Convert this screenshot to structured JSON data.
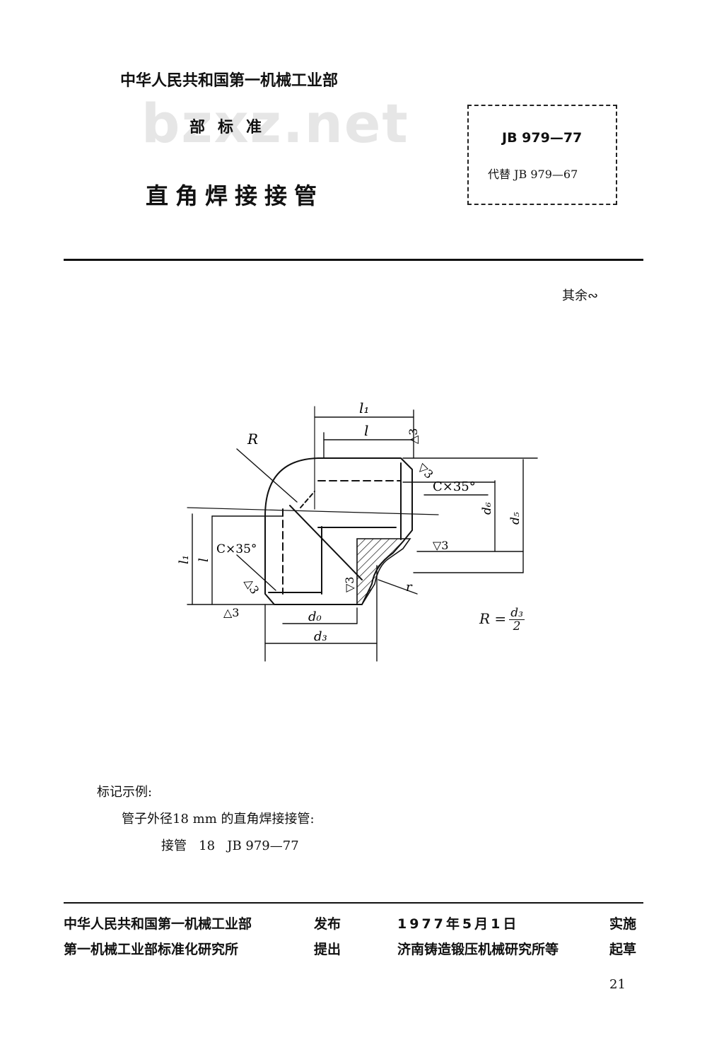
{
  "header": {
    "ministry": "中华人民共和国第一机械工业部",
    "standard_type": "部标准",
    "title": "直角焊接接管",
    "watermark": "bzxz.net"
  },
  "standard_box": {
    "code": "JB 979—77",
    "replaces": "代替 JB 979—67"
  },
  "surface_note": "其余∾",
  "drawing": {
    "label_l1_top": "l₁",
    "label_l_top": "l",
    "label_R": "R",
    "label_chamfer_right": "C×35°",
    "label_chamfer_left": "C×35°",
    "label_d6": "d₆",
    "label_d5": "d₅",
    "label_l1_left": "l₁",
    "label_l_left": "l",
    "label_d0": "d₀",
    "label_d3": "d₃",
    "label_r": "r",
    "roughness": "▽3",
    "roughness_flip": "△3"
  },
  "formula": {
    "lhs": "R =",
    "num": "d₃",
    "den": "2"
  },
  "marking": {
    "title": "标记示例:",
    "description": "管子外径18 mm 的直角焊接接管:",
    "code": "接管   18   JB 979—77"
  },
  "footer": {
    "publisher": "中华人民共和国第一机械工业部",
    "publish_action": "发布",
    "date": "1977年5月1日",
    "implement_action": "实施",
    "proposer": "第一机械工业部标准化研究所",
    "propose_action": "提出",
    "drafter": "济南铸造锻压机械研究所等",
    "draft_action": "起草"
  },
  "page_number": "21"
}
